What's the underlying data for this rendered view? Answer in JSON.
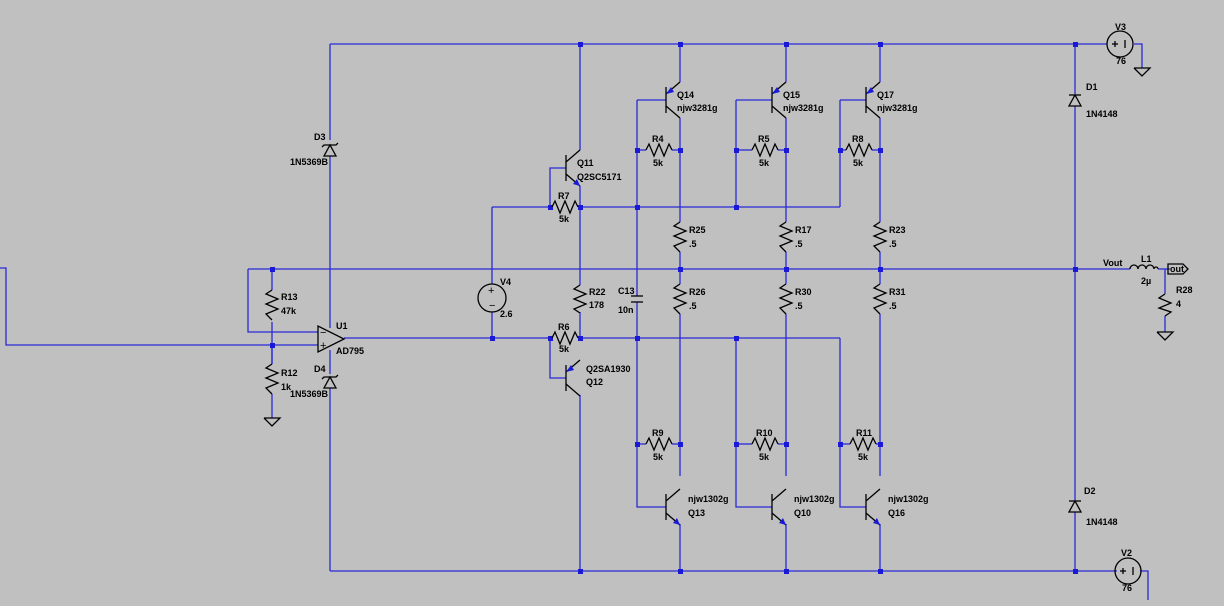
{
  "colors": {
    "background": "#c0c0c0",
    "wire": "#2a2ad6",
    "component": "#000000",
    "junction": "#1a1ad6"
  },
  "nets": {
    "vout": "Vout",
    "out": "out"
  },
  "components": {
    "V3": {
      "ref": "V3",
      "value": "76"
    },
    "V2": {
      "ref": "V2",
      "value": "76"
    },
    "V4": {
      "ref": "V4",
      "value": "2.6"
    },
    "D1": {
      "ref": "D1",
      "value": "1N4148"
    },
    "D2": {
      "ref": "D2",
      "value": "1N4148"
    },
    "D3": {
      "ref": "D3",
      "value": "1N5369B"
    },
    "D4": {
      "ref": "D4",
      "value": "1N5369B"
    },
    "U1": {
      "ref": "U1",
      "value": "AD795"
    },
    "Q11": {
      "ref": "Q11",
      "value": "Q2SC5171"
    },
    "Q12": {
      "ref": "Q12",
      "value": "Q2SA1930"
    },
    "Q14": {
      "ref": "Q14",
      "value": "njw3281g"
    },
    "Q15": {
      "ref": "Q15",
      "value": "njw3281g"
    },
    "Q17": {
      "ref": "Q17",
      "value": "njw3281g"
    },
    "Q13": {
      "ref": "Q13",
      "value": "njw1302g"
    },
    "Q10": {
      "ref": "Q10",
      "value": "njw1302g"
    },
    "Q16": {
      "ref": "Q16",
      "value": "njw1302g"
    },
    "R4": {
      "ref": "R4",
      "value": "5k"
    },
    "R5": {
      "ref": "R5",
      "value": "5k"
    },
    "R8": {
      "ref": "R8",
      "value": "5k"
    },
    "R7": {
      "ref": "R7",
      "value": "5k"
    },
    "R6": {
      "ref": "R6",
      "value": "5k"
    },
    "R9": {
      "ref": "R9",
      "value": "5k"
    },
    "R10": {
      "ref": "R10",
      "value": "5k"
    },
    "R11": {
      "ref": "R11",
      "value": "5k"
    },
    "R25": {
      "ref": "R25",
      "value": ".5"
    },
    "R17": {
      "ref": "R17",
      "value": ".5"
    },
    "R23": {
      "ref": "R23",
      "value": ".5"
    },
    "R26": {
      "ref": "R26",
      "value": ".5"
    },
    "R30": {
      "ref": "R30",
      "value": ".5"
    },
    "R31": {
      "ref": "R31",
      "value": ".5"
    },
    "R22": {
      "ref": "R22",
      "value": "178"
    },
    "R13": {
      "ref": "R13",
      "value": "47k"
    },
    "R12": {
      "ref": "R12",
      "value": "1k"
    },
    "R28": {
      "ref": "R28",
      "value": "4"
    },
    "C13": {
      "ref": "C13",
      "value": "10n"
    },
    "L1": {
      "ref": "L1",
      "value": "2µ"
    }
  }
}
